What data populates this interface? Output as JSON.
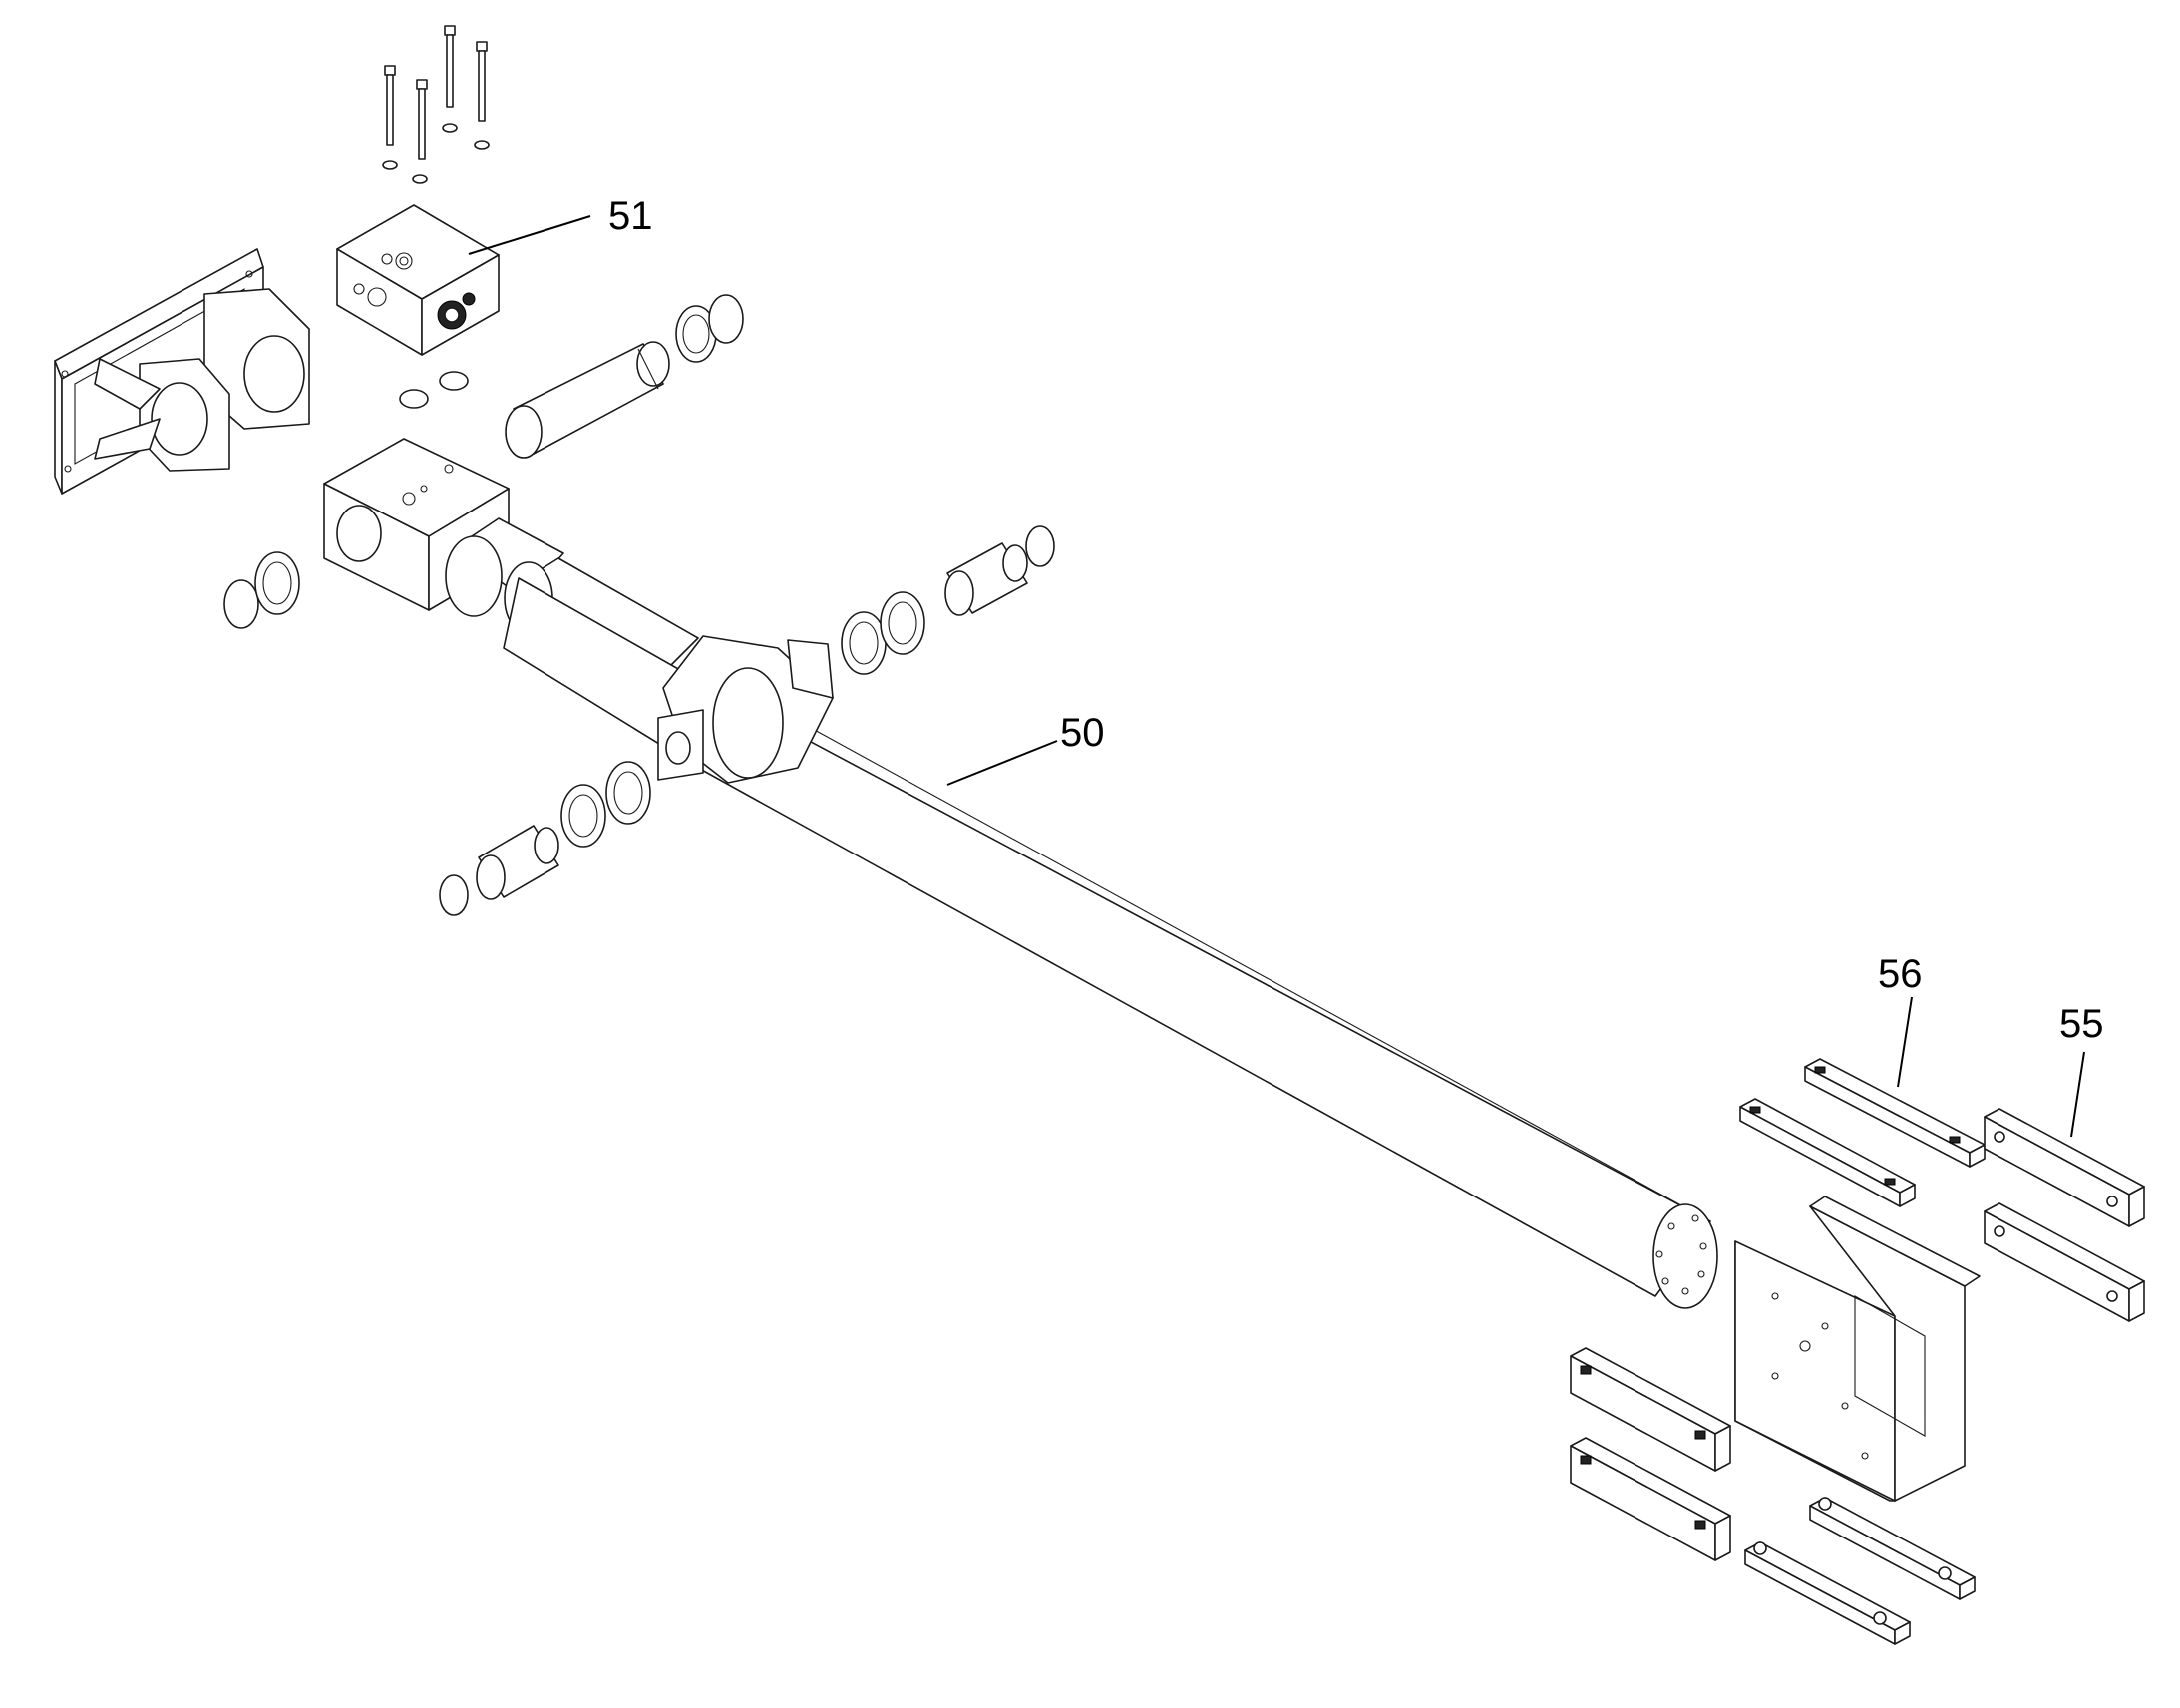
{
  "diagram": {
    "callouts": [
      {
        "id": "callout-51",
        "label": "51"
      },
      {
        "id": "callout-50",
        "label": "50"
      },
      {
        "id": "callout-56",
        "label": "56"
      },
      {
        "id": "callout-55",
        "label": "55"
      }
    ],
    "line_color": "#1a1a1a",
    "background": "#ffffff"
  }
}
